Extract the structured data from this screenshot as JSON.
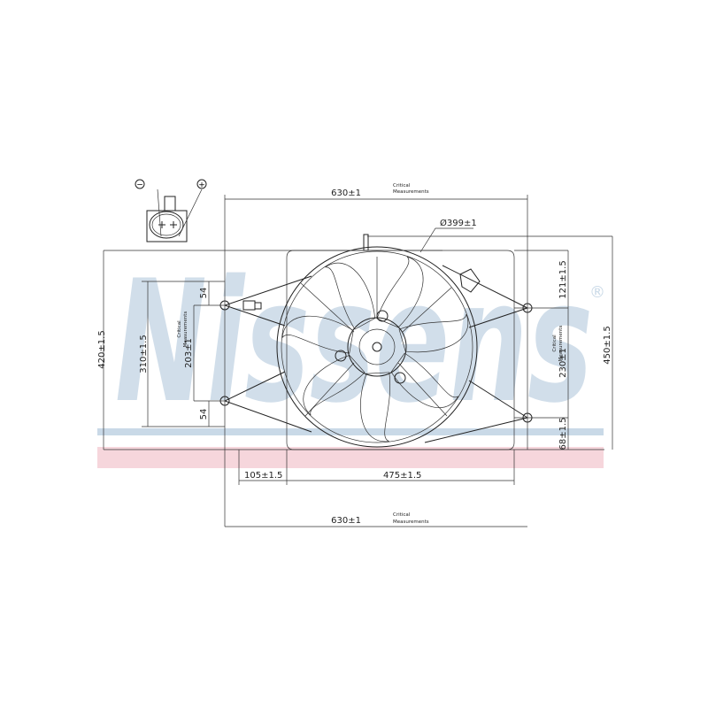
{
  "watermark": {
    "text": "Nissens",
    "registered": "®",
    "colors": {
      "text": "#c9d9e7",
      "bar_blue": "#c9d9e7",
      "bar_pink": "#f6d6dc"
    }
  },
  "connector": {
    "minus": "−",
    "plus": "+"
  },
  "dimensions": {
    "width_top": "630±1",
    "width_bottom": "630±1",
    "critical_line1": "Critical",
    "critical_line2": "Measurements",
    "diameter": "Ø399±1",
    "height_left": "420±1.5",
    "height_mid": "310±1.5",
    "height_inner": "203±1",
    "offset_top": "54",
    "offset_bottom": "54",
    "height_right": "450±1.5",
    "right_top": "121±1.5",
    "right_mid": "230±1",
    "right_bottom": "68±1.5",
    "bottom_left": "105±1.5",
    "bottom_right": "475±1.5"
  }
}
